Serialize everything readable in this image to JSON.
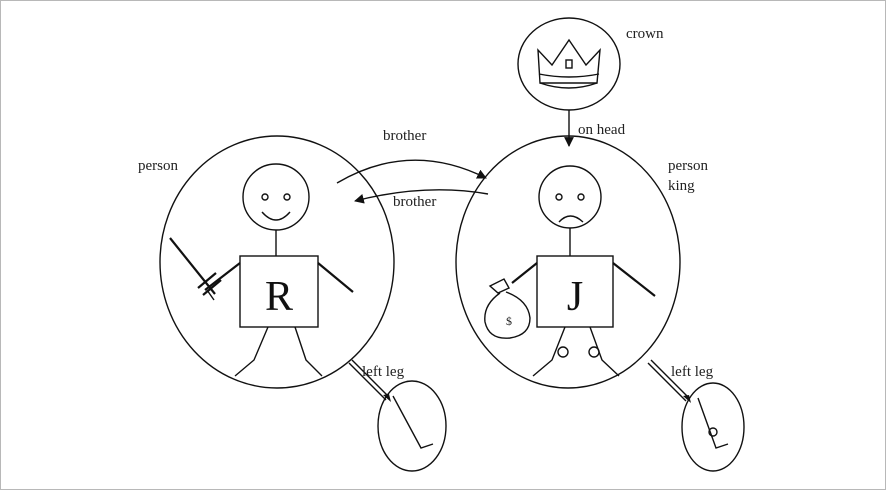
{
  "labels": {
    "crown": "crown",
    "on_head": "on head",
    "brother_top": "brother",
    "brother_bottom": "brother",
    "left_person_type": "person",
    "right_person_type": "person",
    "right_person_role": "king",
    "left_leg_1": "left leg",
    "left_leg_2": "left leg"
  },
  "people": {
    "left_letter": "R",
    "right_letter": "J"
  },
  "money_symbol": "$"
}
